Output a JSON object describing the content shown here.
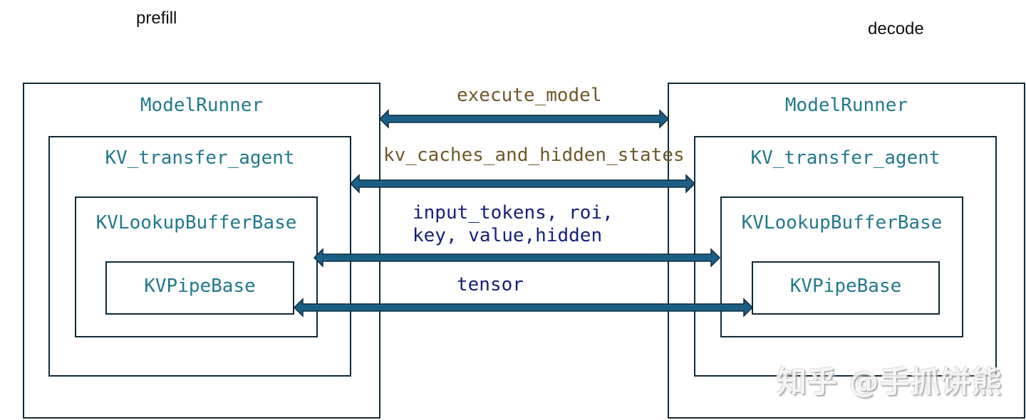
{
  "phases": {
    "left": "prefill",
    "right": "decode"
  },
  "left_stack": {
    "model_runner": "ModelRunner",
    "kv_transfer_agent": "KV_transfer_agent",
    "kv_lookup_buffer": "KVLookupBufferBase",
    "kv_pipe": "KVPipeBase"
  },
  "right_stack": {
    "model_runner": "ModelRunner",
    "kv_transfer_agent": "KV_transfer_agent",
    "kv_lookup_buffer": "KVLookupBufferBase",
    "kv_pipe": "KVPipeBase"
  },
  "flows": [
    {
      "label": "execute_model",
      "between": "ModelRunner",
      "direction": "bidirectional"
    },
    {
      "label": "kv_caches_and_hidden_states",
      "between": "KV_transfer_agent",
      "direction": "bidirectional"
    },
    {
      "label": "input_tokens, roi,\nkey, value,hidden",
      "between": "KVLookupBufferBase",
      "direction": "bidirectional"
    },
    {
      "label": "tensor",
      "between": "KVPipeBase",
      "direction": "bidirectional"
    }
  ],
  "colors": {
    "box_border": "#122a38",
    "box_title": "#23798b",
    "arrow_fill": "#1c5f86",
    "arrow_outline": "#0e2a3c",
    "flow_label_upper": "#6e5829",
    "flow_label_lower": "#141f78"
  },
  "watermark": "知乎 @手抓饼熊"
}
